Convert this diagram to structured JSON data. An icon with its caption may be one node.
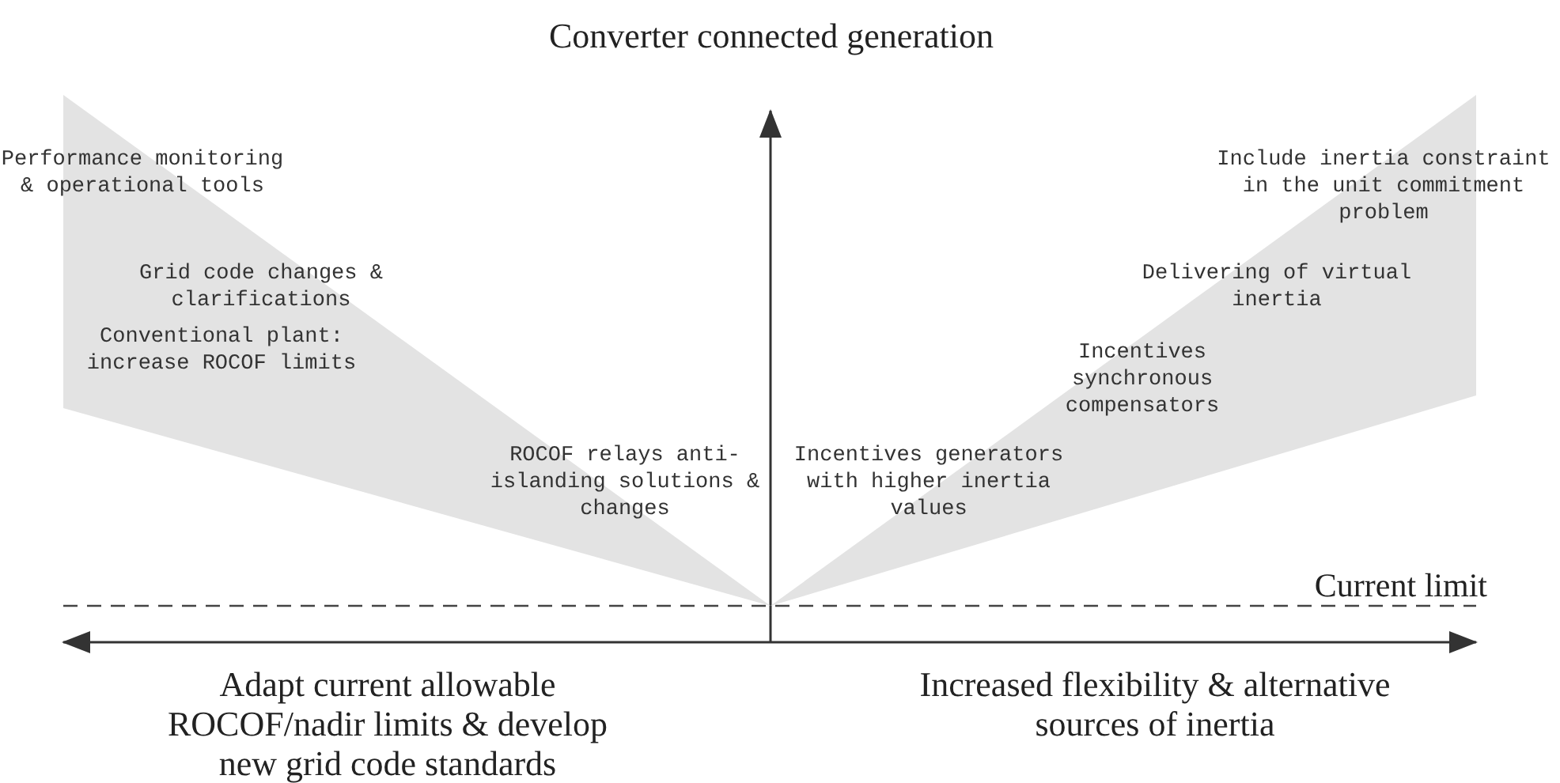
{
  "diagram": {
    "nodes": [
      {
        "text": [
          "Performance monitoring & operational tools",
          "Grid code changes & clarifications",
          "Conventional plant: increase ROCOF limits",
          "ROCOF relays anti-islanding solutions & changes"
        ]
      },
      {
        "text": [
          "Include inertia constraint in the unit commitment problem",
          "Delivering of virtual inertia",
          "Incentives synchronous compensators",
          "Incentives generators with higher inertia values"
        ]
      }
    ],
    "labels": [
      "Converter connected generation",
      "Current limit",
      "Adapt current allowable ROCOF/nadir limits & develop new grid code standards",
      "Increased flexibility & alternative sources of inertia"
    ]
  }
}
